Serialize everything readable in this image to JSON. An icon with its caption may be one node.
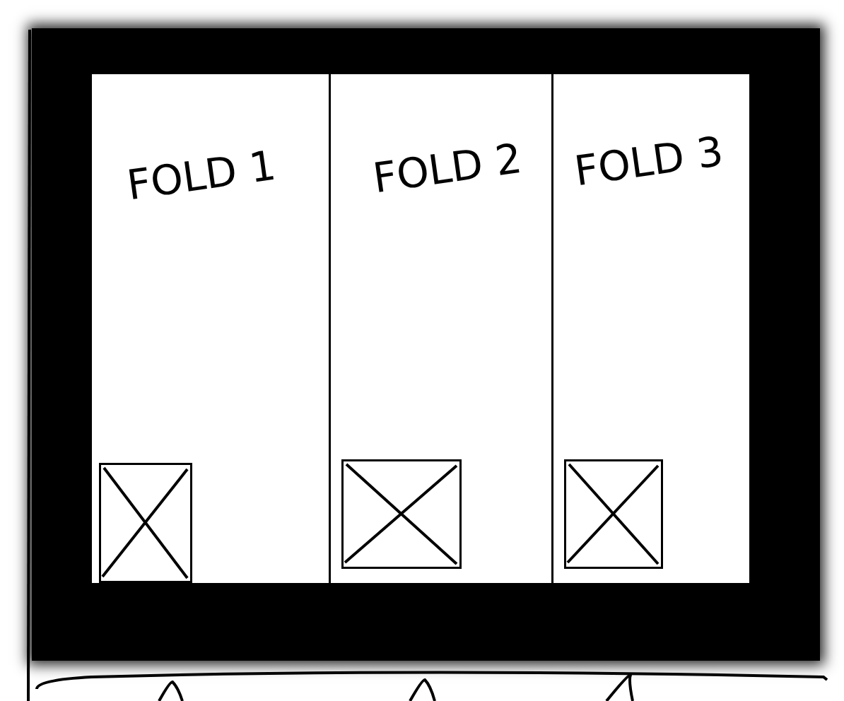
{
  "diagram": {
    "nodes": [
      {
        "text": [],
        "shape": "box"
      },
      {
        "text": [
          "FOLD 1"
        ],
        "in": 0
      },
      {
        "text": [
          "FOLD 2"
        ],
        "in": 0
      },
      {
        "text": [
          "FOLD 3"
        ],
        "in": 0
      },
      {
        "text": [],
        "shape": "box",
        "in": 1
      },
      {
        "text": [],
        "shape": "box",
        "in": 2
      },
      {
        "text": [],
        "shape": "box",
        "in": 3
      }
    ]
  }
}
